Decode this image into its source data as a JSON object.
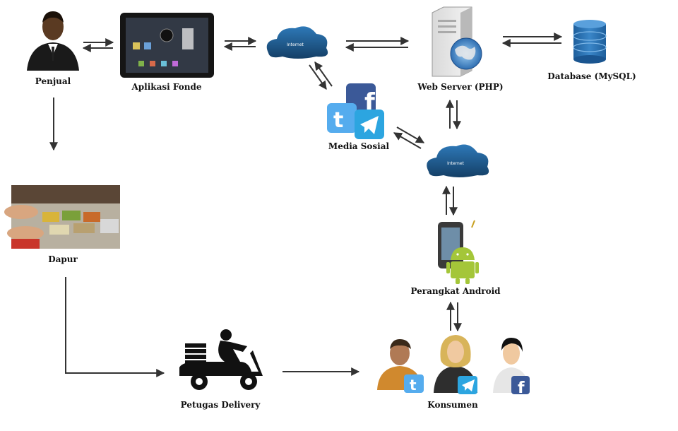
{
  "diagram": {
    "nodes": {
      "penjual": "Penjual",
      "aplikasi": "Aplikasi Fonde",
      "webserver": "Web Server (PHP)",
      "database": "Database (MySQL)",
      "media_sosial": "Media Sosial",
      "dapur": "Dapur",
      "perangkat_android": "Perangkat Android",
      "petugas_delivery": "Petugas Delivery",
      "konsumen": "Konsumen"
    },
    "cloud_label": "Internet"
  },
  "colors": {
    "arrow": "#333333",
    "cloud": "#1f5f95",
    "facebook": "#3b5998",
    "twitter": "#55acee",
    "telegram": "#2ca5e0",
    "android": "#a4c639"
  }
}
